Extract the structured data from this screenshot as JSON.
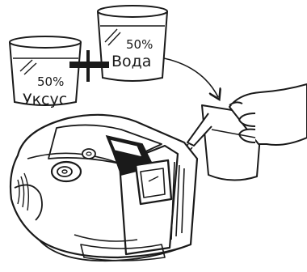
{
  "cups": {
    "vinegar": {
      "percent": "50%",
      "label": "Уксус"
    },
    "water": {
      "percent": "50%",
      "label": "Вода"
    }
  },
  "mix_symbol": "+",
  "colors": {
    "line": "#1a1a1a",
    "fill": "#ffffff"
  }
}
